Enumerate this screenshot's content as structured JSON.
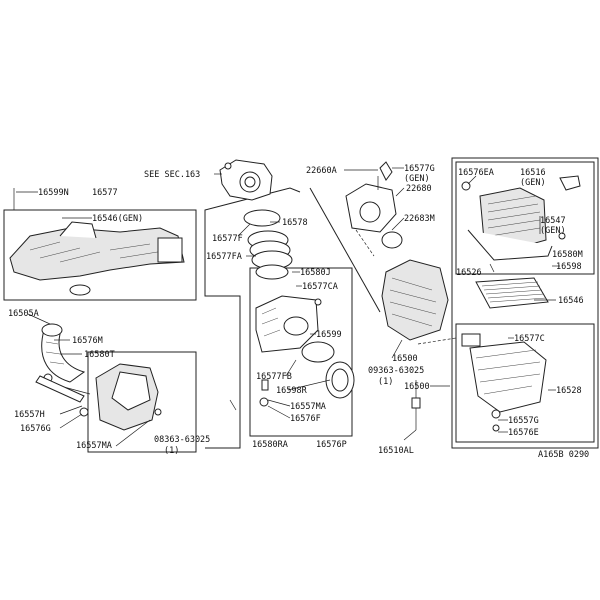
{
  "labels": {
    "p16599n": "16599N",
    "p16577": "16577",
    "p16546gen": "16546(GEN)",
    "p16505a": "16505A",
    "p16576m": "16576M",
    "p16580t": "16580T",
    "p16557h": "16557H",
    "p16576g": "16576G",
    "p16557ma_left": "16557MA",
    "screw_left": "08363-63025",
    "screw_left_qty": "(1)",
    "see_sec": "SEE SEC.163",
    "p16578": "16578",
    "p16577f": "16577F",
    "p16577fa": "16577FA",
    "p16580j": "16580J",
    "p16577ca": "16577CA",
    "p16599": "16599",
    "p16577fb": "16577FB",
    "p16598r": "16598R",
    "p16557ma_center": "16557MA",
    "p16576f": "16576F",
    "p16580ra": "16580RA",
    "p16576p": "16576P",
    "p22660a": "22660A",
    "p16577g": "16577G",
    "p16577g_gen": "(GEN)",
    "p22680": "22680",
    "p22683m": "22683M",
    "p16500_upper": "16500",
    "screw_center": "09363-63025",
    "screw_center_qty": "(1)",
    "p16500": "16500",
    "p16510al": "16510AL",
    "p16576ea": "16576EA",
    "p16516": "16516",
    "p16516_gen": "(GEN)",
    "p16547": "16547",
    "p16547_gen": "(GEN)",
    "p16580m": "16580M",
    "p16598": "16598",
    "p16526": "16526",
    "p16546": "16546",
    "p16577c": "16577C",
    "p16528": "16528",
    "p16557g": "16557G",
    "p16576e": "16576E",
    "diagram_code": "A165B 0290"
  }
}
